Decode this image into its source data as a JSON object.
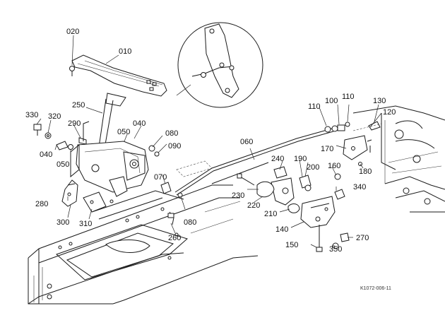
{
  "diagram": {
    "reference_code": "K1072-006-11",
    "part_labels": {
      "p010": "010",
      "p020": "020",
      "p040a": "040",
      "p040b": "040",
      "p050a": "050",
      "p050b": "050",
      "p060": "060",
      "p070": "070",
      "p080a": "080",
      "p080b": "080",
      "p090": "090",
      "p100": "100",
      "p110a": "110",
      "p110b": "110",
      "p120": "120",
      "p130": "130",
      "p140": "140",
      "p150": "150",
      "p160": "160",
      "p170": "170",
      "p180": "180",
      "p190": "190",
      "p200": "200",
      "p210": "210",
      "p220": "220",
      "p230": "230",
      "p240": "240",
      "p250": "250",
      "p260": "260",
      "p270": "270",
      "p280": "280",
      "p290": "290",
      "p300": "300",
      "p310": "310",
      "p320": "320",
      "p330": "330",
      "p340": "340",
      "p350": "350"
    }
  }
}
